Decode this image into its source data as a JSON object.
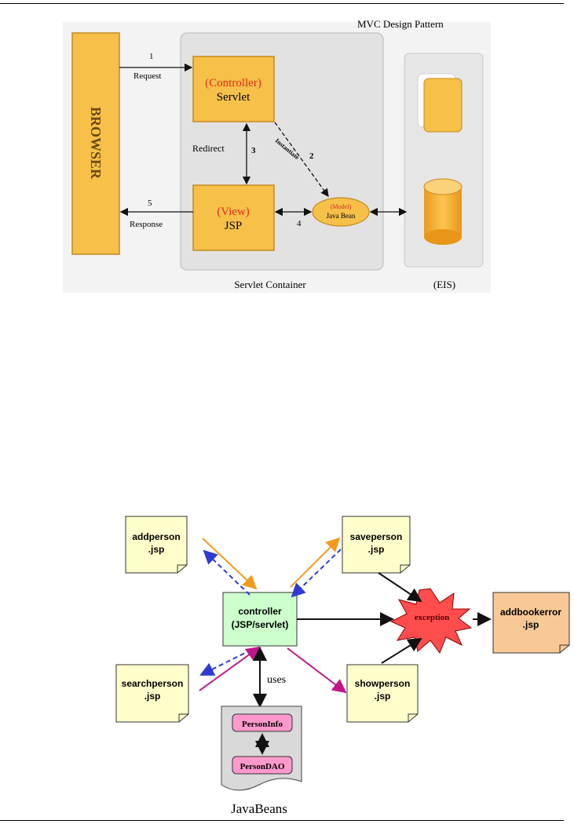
{
  "mvc_diagram": {
    "title": "MVC Design Pattern",
    "browser_label": "BROWSER",
    "controller": {
      "prefix": "(",
      "role": "Controller",
      "suffix": ")",
      "name": "Servlet"
    },
    "view": {
      "prefix": "(",
      "role": "View",
      "suffix": ")",
      "name": "JSP"
    },
    "model": {
      "role": "(Model)",
      "name": "Java Bean"
    },
    "arrows": {
      "request_num": "1",
      "request_label": "Request",
      "instantiate_num": "2",
      "instantiate_label": "Instantiate",
      "redirect_num": "3",
      "redirect_label": "Redirect",
      "view_model_num": "4",
      "response_num": "5",
      "response_label": "Response"
    },
    "container_label": "Servlet Container",
    "eis_label": "(EIS)",
    "colors": {
      "box": "#f6c049",
      "role_text": "#e32b1a",
      "container": "#e2e2e2"
    }
  },
  "app_diagram": {
    "pages": {
      "addperson": [
        "addperson",
        ".jsp"
      ],
      "saveperson": [
        "saveperson",
        ".jsp"
      ],
      "searchperson": [
        "searchperson",
        ".jsp"
      ],
      "showperson": [
        "showperson",
        ".jsp"
      ],
      "addbookerror": [
        "addbookerror",
        ".jsp"
      ]
    },
    "controller": [
      "controller",
      "(JSP/servlet)"
    ],
    "exception": "exception",
    "uses_label": "uses",
    "beans": [
      "PersonInfo",
      "PersonDAO"
    ],
    "beans_label": "JavaBeans",
    "colors": {
      "page": "#ffffcc",
      "controller": "#ccffcc",
      "error": "#f8c896",
      "exception": "#ff4d4d",
      "bean": "#ff99cc",
      "orange_arrow": "#f39a1c",
      "blue_dashed": "#2f3bd0",
      "magenta_arrow": "#c0168c"
    }
  }
}
